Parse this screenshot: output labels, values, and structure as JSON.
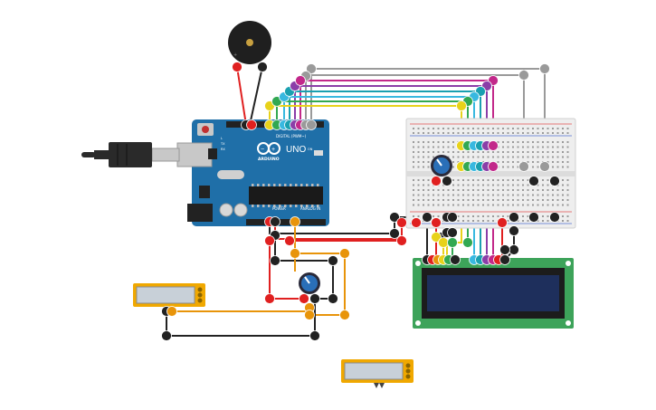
{
  "board": {
    "name": "UNO",
    "brand": "ARDUINO",
    "digital_label": "DIGITAL (PWM~)",
    "power_label": "POWER",
    "analog_label": "ANALOG IN",
    "tx_label": "TX",
    "rx_label": "RX",
    "l_label": "L",
    "on_label": "ON"
  },
  "colors": {
    "board_blue": "#1f6fa8",
    "breadboard": "#eeeeee",
    "lcd_green": "#3da35a",
    "lcd_screen": "#1e2f5c",
    "wire_red": "#e02020",
    "wire_black": "#222222",
    "wire_orange": "#e8940a",
    "wire_gray": "#9a9a9a",
    "wire_magenta": "#c2288a",
    "wire_purple": "#8a3ea8",
    "wire_teal": "#1aa0b0",
    "wire_green": "#32a852",
    "wire_yellow": "#e8d21a",
    "wire_cyan": "#38b8e0",
    "sensor_yellow": "#f0a800"
  },
  "icons": [
    "buzzer-icon",
    "potentiometer-icon",
    "usb-cable-icon"
  ]
}
